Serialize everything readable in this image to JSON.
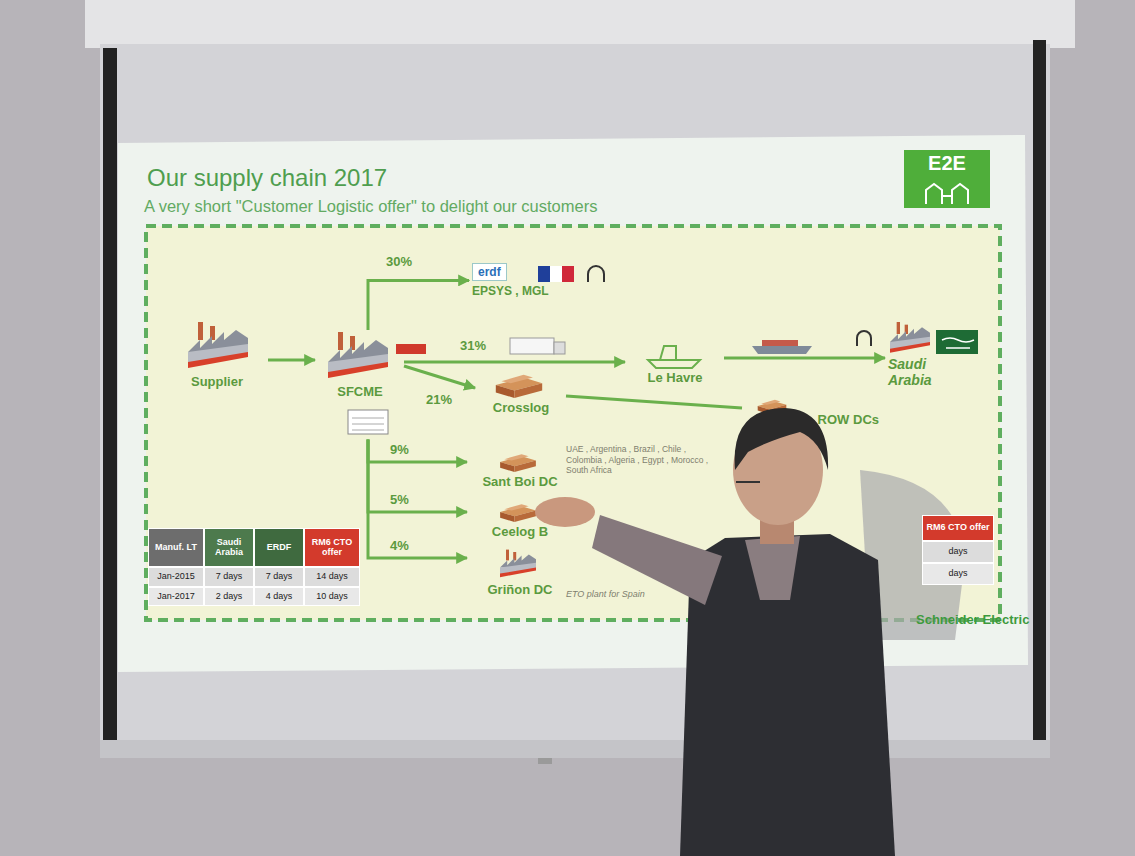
{
  "diagram": {
    "title": "Our supply chain 2017",
    "nodes": [
      {
        "text": [
          "Supplier"
        ]
      },
      {
        "text": [
          "SFCME"
        ]
      },
      {
        "text": [
          "erdf",
          "EPSYS , MGL"
        ]
      },
      {
        "text": [
          "Le Havre"
        ]
      },
      {
        "text": [
          "Saudi Arabia"
        ]
      },
      {
        "text": [
          "Crosslog"
        ]
      },
      {
        "text": [
          "ROW DCs"
        ]
      },
      {
        "text": [
          "Sant Boi DC"
        ]
      },
      {
        "text": [
          "Ceelog B"
        ]
      },
      {
        "text": [
          "Griñon DC"
        ]
      }
    ],
    "edges": [
      {
        "from": 0,
        "to": 1,
        "arrow": "to"
      },
      {
        "from": 1,
        "to": 2,
        "label": "30%",
        "arrow": "to"
      },
      {
        "from": 1,
        "to": 3,
        "label": "31%",
        "arrow": "to"
      },
      {
        "from": 3,
        "to": 4,
        "arrow": "to"
      },
      {
        "from": 1,
        "to": 5,
        "label": "21%",
        "arrow": "to"
      },
      {
        "from": 5,
        "to": 6,
        "arrow": "none"
      },
      {
        "from": 1,
        "to": 7,
        "label": "9%",
        "arrow": "to"
      },
      {
        "from": 1,
        "to": 8,
        "label": "5%",
        "arrow": "to"
      },
      {
        "from": 1,
        "to": 9,
        "label": "4%",
        "arrow": "to"
      }
    ],
    "labels": [
      "A very short \"Customer Logistic offer\" to delight our customers",
      "E2E",
      "UAE , Argentina , Brazil , Chile , Colombia , Algeria , Egypt , Morocco , South Africa",
      "ETO plant for Spain",
      "Manuf. LT",
      "Saudi Arabia",
      "ERDF",
      "RM6 CTO offer",
      "Jan-2015",
      "7 days",
      "7 days",
      "14 days",
      "Jan-2017",
      "2 days",
      "4 days",
      "10 days",
      "RM6 CTO offer",
      "days",
      "days",
      "Schneider Electric"
    ]
  }
}
